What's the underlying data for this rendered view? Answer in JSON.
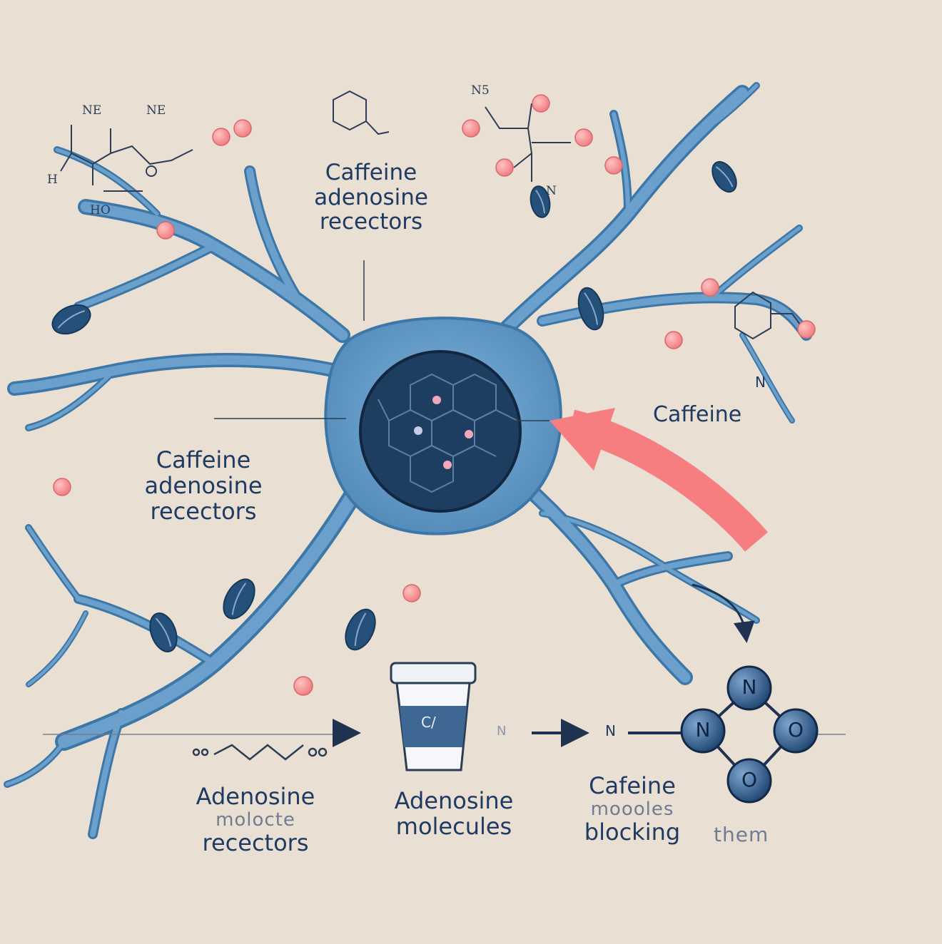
{
  "labels": {
    "top_center": [
      "Caffeine",
      "adenosine",
      "recectors"
    ],
    "left_middle": [
      "Caffeine",
      "adenosine",
      "recectors"
    ],
    "right_caffeine": "Caffeine",
    "right_n": "N",
    "bottom_step1": [
      "Adenosine",
      "molocte",
      "recectors"
    ],
    "bottom_step2": [
      "Adenosine",
      "molecules"
    ],
    "bottom_step3": [
      "Cafeine",
      "moooles",
      "blocking"
    ],
    "bottom_them": "them",
    "flow_n1": "N",
    "flow_n2": "N",
    "cup_mark": "C/",
    "molecule_nodes": [
      "N",
      "N",
      "O",
      "O"
    ]
  },
  "chem_labels": {
    "top_left": [
      "NE",
      "NE",
      "H",
      "HO"
    ],
    "top_right": [
      "N5",
      "N"
    ]
  },
  "colors": {
    "background": "#e9dfd3",
    "neuron": "#5d95c2",
    "neuron_outline": "#3d77a7",
    "nucleus": "#1e3e61",
    "adenosine_dot": "#f48a8c",
    "caffeine_bean": "#25507a",
    "arrow": "#f77e80",
    "text": "#1f3b63"
  },
  "icons": [
    "coffee-bean-icon",
    "coffee-cup-icon",
    "arrow-right-icon",
    "curved-arrow-icon"
  ]
}
